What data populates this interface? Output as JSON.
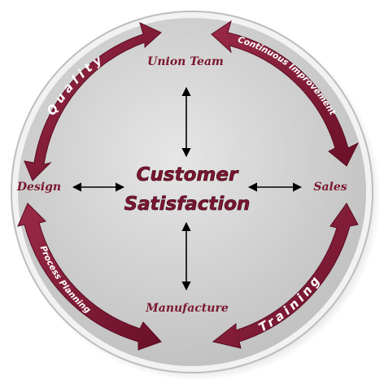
{
  "center": {
    "line1": "Customer",
    "line2": "Satisfaction"
  },
  "nodes": {
    "top": "Union Team",
    "left": "Design",
    "right": "Sales",
    "bottom": "Manufacture"
  },
  "cycle_arrows": {
    "top_left": "Quality",
    "top_right": "Continuous Improvement",
    "bottom_left": "Process Planning",
    "bottom_right": "Training"
  },
  "colors": {
    "accent": "#7a1630",
    "disc": "#d4d4d4",
    "ring": "#ebebeb"
  }
}
